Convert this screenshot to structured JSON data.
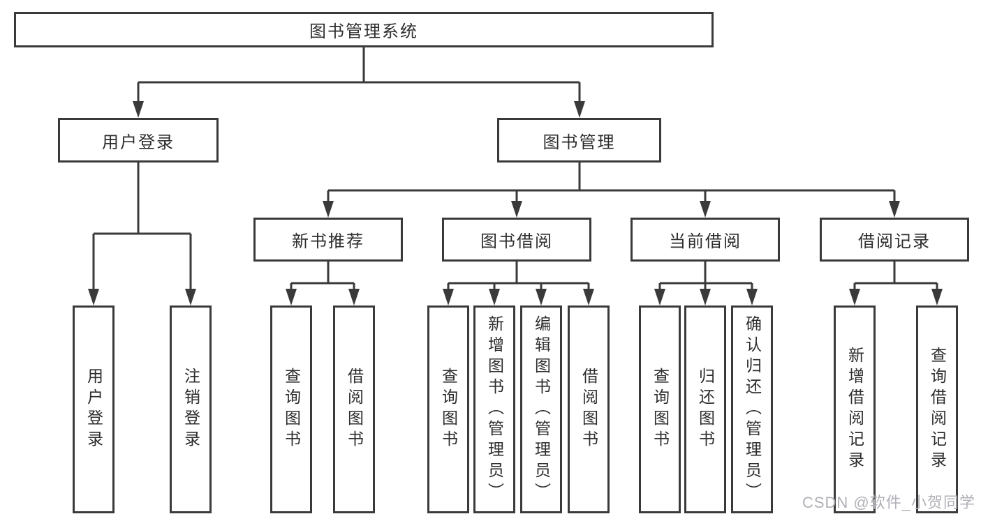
{
  "diagram": {
    "title": "图书管理系统",
    "root": "图书管理系统",
    "branches": [
      {
        "label": "用户登录",
        "children": [
          "用户登录",
          "注销登录"
        ]
      },
      {
        "label": "图书管理",
        "groups": [
          {
            "label": "新书推荐",
            "children": [
              "查询图书",
              "借阅图书"
            ]
          },
          {
            "label": "图书借阅",
            "children": [
              "查询图书",
              "新增图书（管理员）",
              "编辑图书（管理员）",
              "借阅图书"
            ]
          },
          {
            "label": "当前借阅",
            "children": [
              "查询图书",
              "归还图书",
              "确认归还（管理员）"
            ]
          },
          {
            "label": "借阅记录",
            "children": [
              "新增借阅记录",
              "查询借阅记录"
            ]
          }
        ]
      }
    ]
  },
  "colors": {
    "line": "#3a3a3a",
    "box_border": "#3a3a3a",
    "text": "#2d2d2d",
    "watermark": "#b0b0b8"
  },
  "watermark": {
    "text": "CSDN @软件_小贺同学"
  }
}
